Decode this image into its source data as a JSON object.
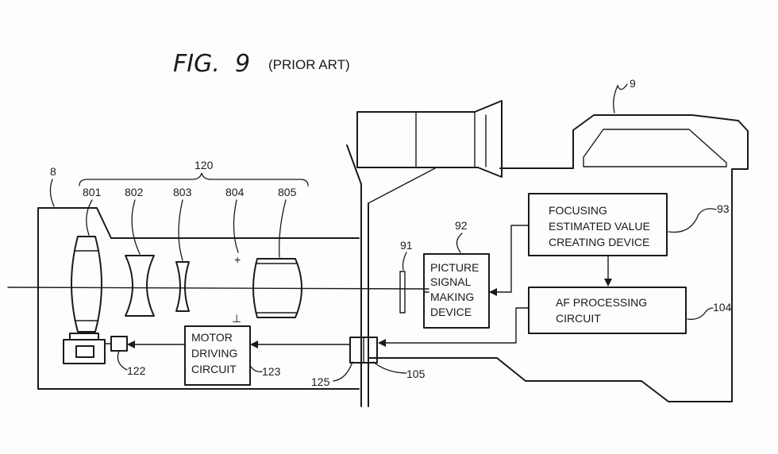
{
  "figure": {
    "title_fig": "FIG.",
    "title_num": "9",
    "subtitle": "(PRIOR ART)"
  },
  "refs": {
    "camera_body": "9",
    "lens_unit": "8",
    "lens_group": "120",
    "lens_801": "801",
    "lens_802": "802",
    "lens_803": "803",
    "lens_804": "804",
    "lens_805": "805",
    "sensor": "91",
    "picture_signal": "92",
    "focusing_device": "93",
    "af_circuit": "104",
    "connector_105": "105",
    "connector_125": "125",
    "motor_122": "122",
    "motor_driver": "123"
  },
  "boxes": {
    "picture_signal": [
      "PICTURE",
      "SIGNAL",
      "MAKING",
      "DEVICE"
    ],
    "focusing_device": [
      "FOCUSING",
      "ESTIMATED VALUE",
      "CREATING DEVICE"
    ],
    "af_circuit": [
      "AF PROCESSING",
      "CIRCUIT"
    ],
    "motor_driver": [
      "MOTOR",
      "DRIVING",
      "CIRCUIT"
    ]
  },
  "marks": {
    "tick_804": "+",
    "tick_motor": "⊥"
  }
}
